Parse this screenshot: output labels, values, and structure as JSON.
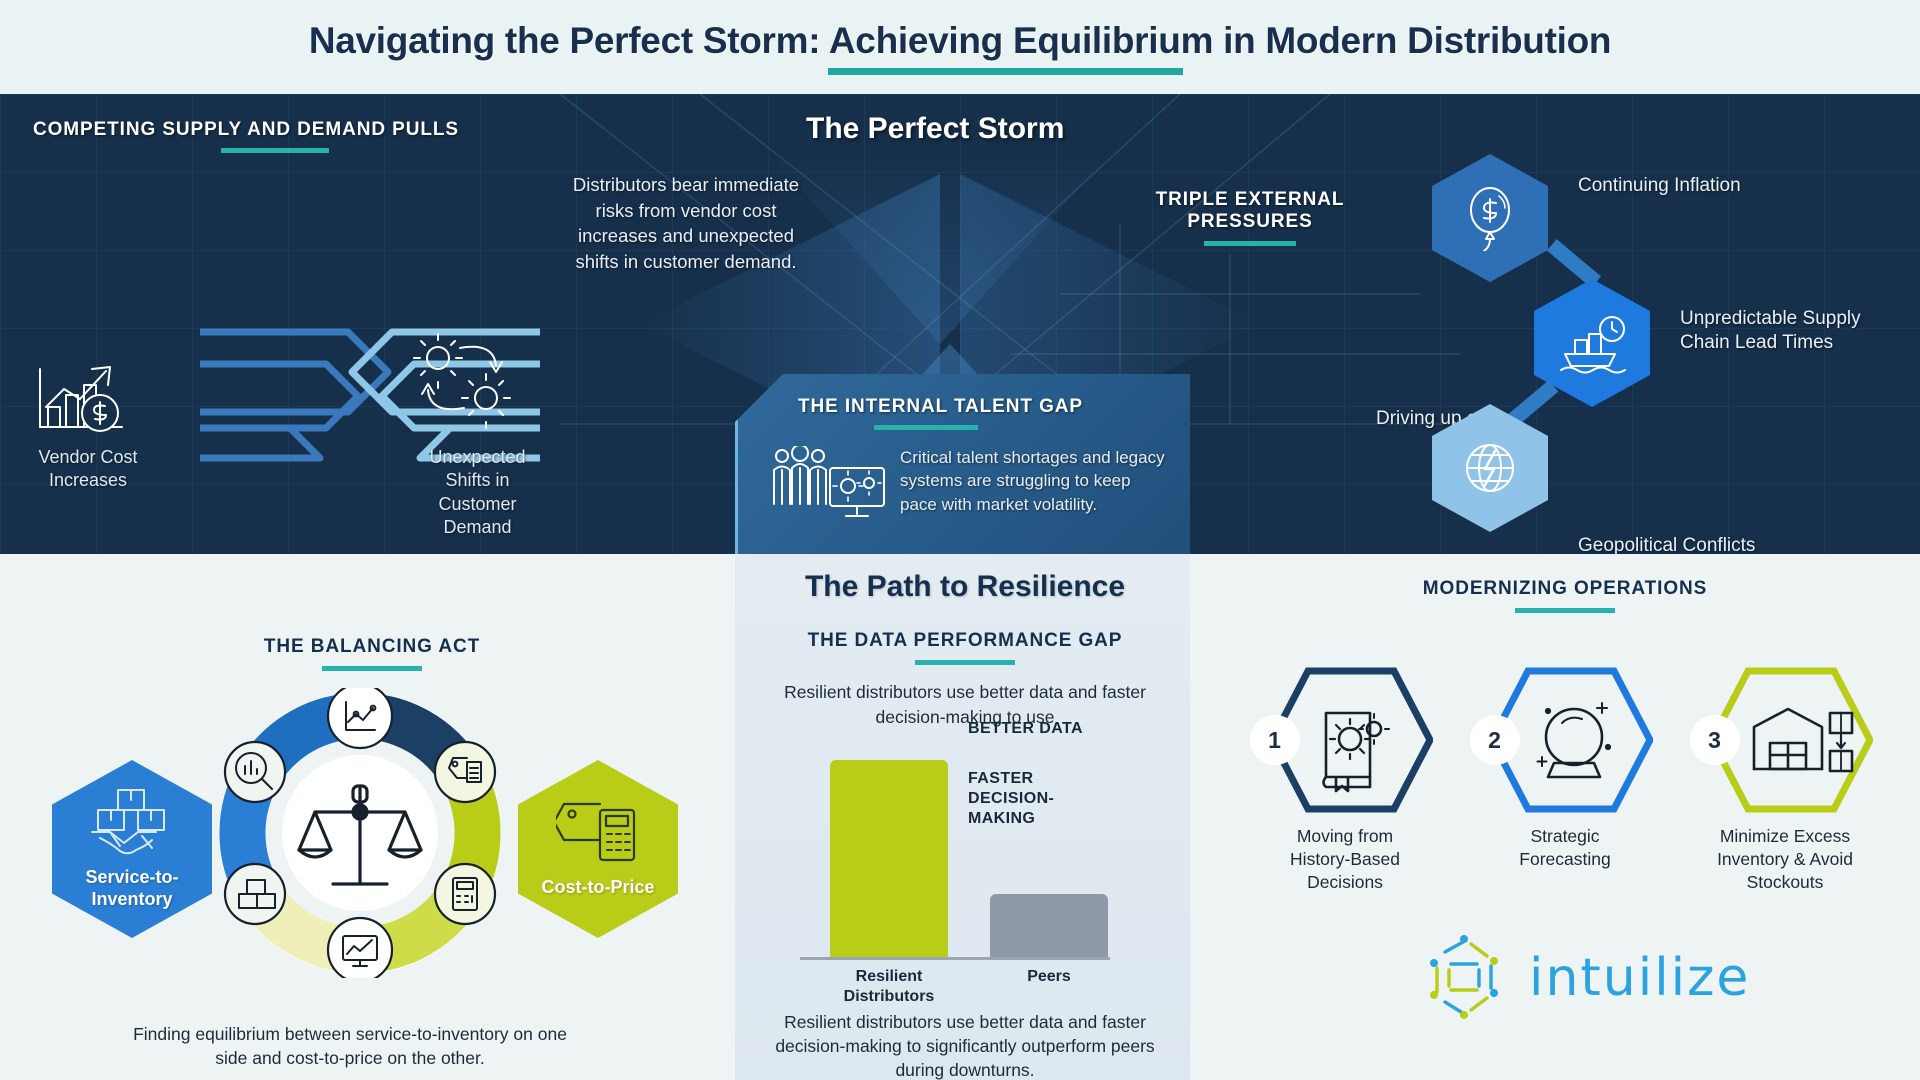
{
  "title": "Navigating the Perfect Storm: Achieving Equilibrium in Modern Distribution",
  "colors": {
    "dark_navy": "#16304b",
    "teal_accent": "#27b3ab",
    "brand_blue": "#2a7fd4",
    "lime": "#b9cc17",
    "light_bg": "#eef4f3",
    "logo_blue": "#2aa3e0"
  },
  "dark_panel": {
    "competing": {
      "kicker": "COMPETING SUPPLY AND DEMAND PULLS",
      "left_icon_label": "Vendor Cost Increases",
      "left_icon_label_l1": "Vendor Cost",
      "left_icon_label_l2": "Increases",
      "right_icon_label_l1": "Unexpected",
      "right_icon_label_l2": "Shifts in",
      "right_icon_label_l3": "Customer",
      "right_icon_label_l4": "Demand",
      "left_icon": "bar-chart-dollar-icon",
      "right_icon": "gears-arrow-icon",
      "center_icon": "interlocking-chain-icon"
    },
    "storm": {
      "heading": "The Perfect Storm",
      "blurb": "Distributors bear immediate risks from vendor cost increases and unexpected shifts in customer demand."
    },
    "pressures": {
      "kicker_l1": "TRIPLE EXTERNAL",
      "kicker_l2": "PRESSURES",
      "side_note": "Driving up costs",
      "items": [
        {
          "label": "Continuing Inflation",
          "icon": "balloon-dollar-icon",
          "color": "#2f6fb5"
        },
        {
          "label_l1": "Unpredictable Supply",
          "label_l2": "Chain Lead Times",
          "icon": "cargo-ship-clock-icon",
          "color": "#1f7ae0"
        },
        {
          "label": "Geopolitical Conflicts",
          "icon": "globe-bolt-icon",
          "color": "#8fc3e8"
        }
      ]
    },
    "talent": {
      "kicker": "THE INTERNAL TALENT GAP",
      "blurb": "Critical talent shortages and legacy systems are struggling to keep pace with market volatility.",
      "icon": "team-monitor-gears-icon"
    }
  },
  "light_panel": {
    "balancing": {
      "kicker": "THE BALANCING ACT",
      "left_hex_l1": "Service-to-",
      "left_hex_l2": "Inventory",
      "right_hex": "Cost-to-Price",
      "left_hex_icon": "handshake-boxes-icon",
      "right_hex_icon": "price-tag-calculator-icon",
      "center_icon": "balance-scale-icon",
      "ring_icons": [
        "line-chart-icon",
        "magnifier-bars-icon",
        "tag-list-icon",
        "boxes-icon",
        "calculator-icon",
        "monitor-chart-icon"
      ],
      "caption": "Finding equilibrium between service-to-inventory on one side and cost-to-price on the other."
    },
    "resilience": {
      "heading": "The Path to Resilience",
      "kicker": "THE DATA PERFORMANCE GAP",
      "blurb": "Resilient distributors use better data and faster decision-making to use",
      "annotation_1": "BETTER DATA",
      "annotation_2_l1": "FASTER",
      "annotation_2_l2": "DECISION-MAKING",
      "caption": "Resilient distributors use better data and faster decision-making to significantly outperform peers during downturns."
    },
    "modernizing": {
      "kicker": "MODERNIZING OPERATIONS",
      "steps": [
        {
          "number": "1",
          "label_l1": "Moving from",
          "label_l2": "History-Based",
          "label_l3": "Decisions",
          "icon": "book-gears-icon",
          "color": "#1c3f65"
        },
        {
          "number": "2",
          "label_l1": "Strategic",
          "label_l2": "Forecasting",
          "label_l3": "",
          "icon": "crystal-ball-icon",
          "color": "#1f7ae0"
        },
        {
          "number": "3",
          "label_l1": "Minimize Excess",
          "label_l2": "Inventory & Avoid",
          "label_l3": "Stockouts",
          "icon": "warehouse-box-icon",
          "color": "#b9cc17"
        }
      ]
    },
    "logo": {
      "word": "intuilize",
      "mark": "hex-dot-network-icon"
    }
  },
  "chart_data": {
    "type": "bar",
    "title": "THE DATA PERFORMANCE GAP",
    "categories": [
      "Resilient Distributors",
      "Peers"
    ],
    "values": [
      100,
      33
    ],
    "ylim": [
      0,
      115
    ],
    "xlabel": "",
    "ylabel": "",
    "grid": false,
    "legend": false,
    "series": [
      {
        "name": "Performance",
        "values": [
          100,
          33
        ],
        "colors": [
          "#b9cc17",
          "#8e9aa6"
        ]
      }
    ],
    "annotations": [
      "BETTER DATA",
      "FASTER DECISION-MAKING"
    ],
    "tick_labels": [
      "Resilient Distributors",
      "Peers"
    ]
  }
}
